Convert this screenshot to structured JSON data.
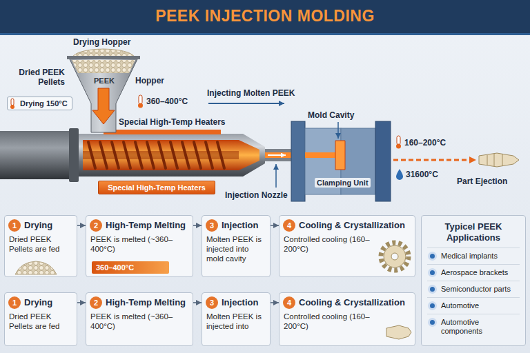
{
  "diagram": {
    "title": "PEEK INJECTION MOLDING",
    "nodes": [
      {
        "text": [
          "Drying 150°C"
        ]
      },
      {
        "text": [
          "Special High-Temp Heaters"
        ]
      },
      {
        "text": [
          "Drying",
          "Dried PEEK Pellets are fed"
        ]
      },
      {
        "text": [
          "1"
        ],
        "in": 2
      },
      {
        "text": [
          "High-Temp Melting",
          "PEEK is melted (~360–400°C)"
        ]
      },
      {
        "text": [
          "2"
        ],
        "in": 4
      },
      {
        "text": [
          "360–400°C"
        ],
        "in": 4
      },
      {
        "text": [
          "Injection",
          "Molten PEEK is injected into mold cavity"
        ]
      },
      {
        "text": [
          "3"
        ],
        "in": 7
      },
      {
        "text": [
          "Cooling & Crystallization",
          "Controlled cooling (160–200°C)"
        ]
      },
      {
        "text": [
          "4"
        ],
        "in": 9
      },
      {
        "text": [
          "Drying",
          "Dried PEEK Pellets are fed"
        ]
      },
      {
        "text": [
          "1"
        ],
        "in": 11
      },
      {
        "text": [
          "High-Temp Melting",
          "PEEK is melted (~360–400°C)"
        ]
      },
      {
        "text": [
          "2"
        ],
        "in": 13
      },
      {
        "text": [
          "Injection",
          "Molten PEEK is injected into"
        ]
      },
      {
        "text": [
          "3"
        ],
        "in": 15
      },
      {
        "text": [
          "Cooling & Crystallization",
          "Controlled cooling (160–200°C)"
        ]
      },
      {
        "text": [
          "4"
        ],
        "in": 17
      },
      {
        "text": [
          "Typicel PEEK Applications",
          "Medical implants",
          "Aerospace brackets",
          "Semiconductor parts",
          "Automotive",
          "Automotive components"
        ]
      }
    ],
    "edges": [
      {
        "from": 2,
        "to": 4,
        "arrow": "to"
      },
      {
        "from": 4,
        "to": 7,
        "arrow": "to"
      },
      {
        "from": 7,
        "to": 9,
        "arrow": "to"
      },
      {
        "from": 11,
        "to": 13,
        "arrow": "to"
      },
      {
        "from": 13,
        "to": 15,
        "arrow": "to"
      },
      {
        "from": 15,
        "to": 17,
        "arrow": "to"
      }
    ],
    "labels": [
      "Drying Hopper",
      "Dried PEEK Pellets",
      "PEEK",
      "Hopper",
      "360–400°C",
      "Special High-Temp Heaters",
      "Injecting Molten PEEK",
      "Mold Cavity",
      "Clamping Unit",
      "160–200°C",
      "31600°C",
      "Part Ejection",
      "Injection Nozzle"
    ]
  }
}
